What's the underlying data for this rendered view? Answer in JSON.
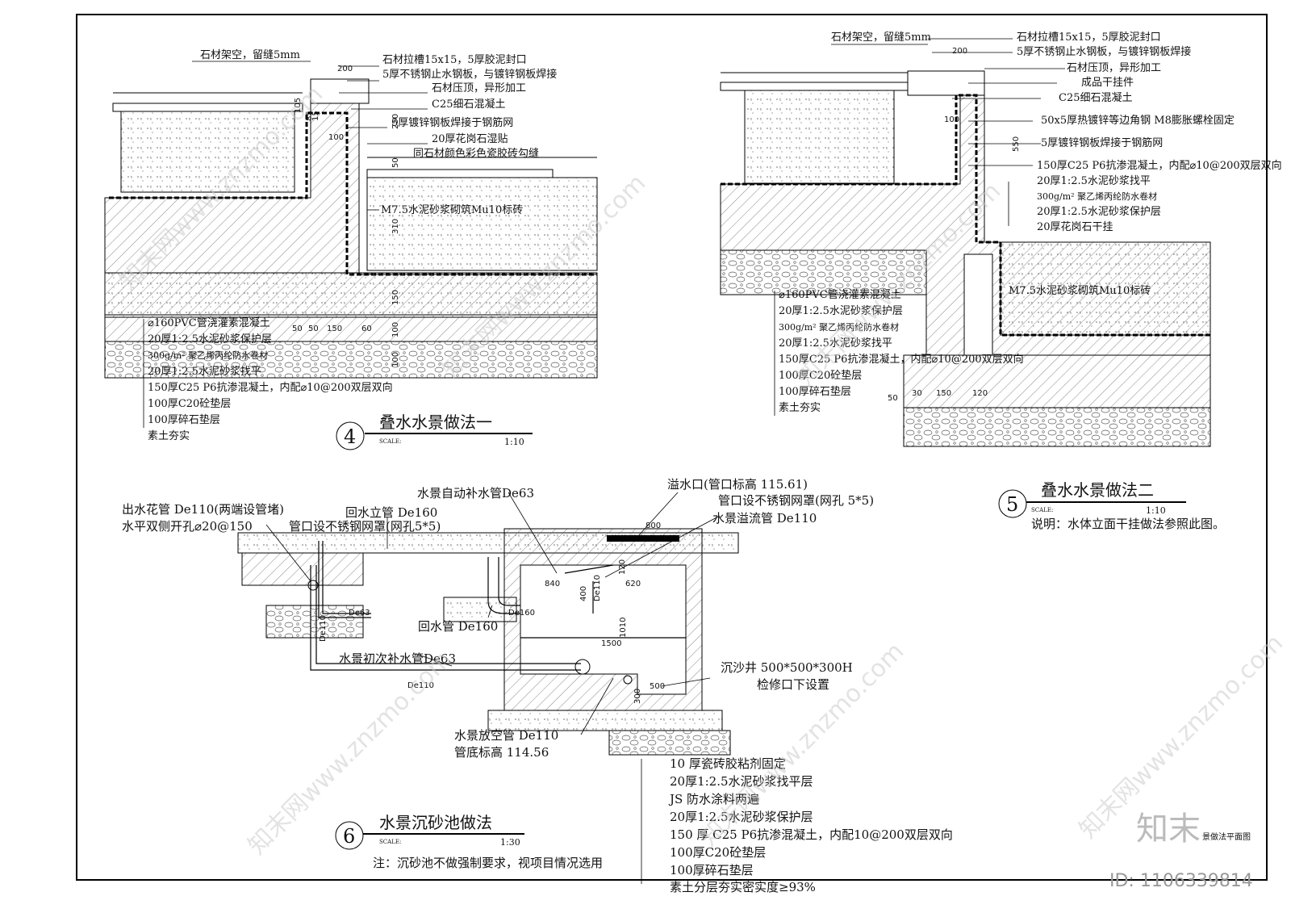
{
  "d4": {
    "labels": [
      "石材架空，留缝5mm",
      "石材拉槽15x15，5厚胶泥封口",
      "5厚不锈钢止水钢板，与镀锌钢板焊接",
      "石材压顶，异形加工",
      "C25细石混凝土",
      "5厚镀锌钢板焊接于钢筋网",
      "20厚花岗石湿贴",
      "同石材颜色彩色瓷胶砖勾缝",
      "M7.5水泥砂浆砌筑Mu10标砖"
    ],
    "layers": [
      "⌀160PVC管浇灌素混凝土",
      "20厚1:2.5水泥砂浆保护层",
      "300g/m² 聚乙烯丙纶防水卷材",
      "20厚1:2.5水泥砂浆找平",
      "150厚C25 P6抗渗混凝土，内配⌀10@200双层双向",
      "100厚C20砼垫层",
      "100厚碎石垫层",
      "素土夯实"
    ],
    "dims": [
      "200",
      "105",
      "85",
      "15",
      "250",
      "100",
      "50",
      "310",
      "150",
      "100",
      "100",
      "50",
      "50",
      "150",
      "60"
    ],
    "num": "4",
    "title": "叠水水景做法一",
    "scale_label": "SCALE:",
    "scale": "1:10"
  },
  "d5": {
    "labels": [
      "石材架空，留缝5mm",
      "石材拉槽15x15，5厚胶泥封口",
      "5厚不锈钢止水钢板，与镀锌钢板焊接",
      "石材压顶，异形加工",
      "成品干挂件",
      "C25细石混凝土",
      "50x5厚热镀锌等边角钢 M8膨胀螺栓固定",
      "5厚镀锌钢板焊接于钢筋网",
      "150厚C25 P6抗渗混凝土，内配⌀10@200双层双向",
      "20厚1:2.5水泥砂浆找平",
      "300g/m² 聚乙烯丙纶防水卷材",
      "20厚1:2.5水泥砂浆保护层",
      "20厚花岗石干挂",
      "M7.5水泥砂浆砌筑Mu10标砖"
    ],
    "layers": [
      "⌀160PVC管浇灌素混凝土",
      "20厚1:2.5水泥砂浆保护层",
      "300g/m² 聚乙烯丙纶防水卷材",
      "20厚1:2.5水泥砂浆找平",
      "150厚C25 P6抗渗混凝土，内配⌀10@200双层双向",
      "100厚C20砼垫层",
      "100厚碎石垫层",
      "素土夯实"
    ],
    "dims": [
      "200",
      "100",
      "550",
      "50",
      "30",
      "150",
      "120"
    ],
    "num": "5",
    "title": "叠水水景做法二",
    "scale_label": "SCALE:",
    "scale": "1:10",
    "note": "说明：水体立面干挂做法参照此图。"
  },
  "d6": {
    "labels": [
      "出水花管 De110(两端设管堵)",
      "水平双侧开孔⌀20@150",
      "回水立管 De160",
      "管口设不锈钢网罩(网孔5*5)",
      "水景自动补水管De63",
      "溢水口(管口标高 115.61)",
      "管口设不锈钢网罩(网孔 5*5)",
      "水景溢流管 De110",
      "回水管 De160",
      "水景初次补水管De63",
      "沉沙井 500*500*300H",
      "检修口下设置",
      "水景放空管 De110",
      "管底标高  114.56"
    ],
    "small": [
      "De63",
      "De110",
      "De160",
      "De110",
      "De110"
    ],
    "dims": [
      "800",
      "840",
      "620",
      "1500",
      "1010",
      "400",
      "120",
      "500",
      "300"
    ],
    "layers": [
      "10 厚瓷砖胶粘剂固定",
      "20厚1:2.5水泥砂浆找平层",
      "JS 防水涂料两遍",
      "20厚1:2.5水泥砂浆保护层",
      "150 厚 C25 P6抗渗混凝土，内配10@200双层双向",
      "100厚C20砼垫层",
      "100厚碎石垫层",
      "素土分层夯实密实度≥93%"
    ],
    "num": "6",
    "title": "水景沉砂池做法",
    "scale_label": "SCALE:",
    "scale": "1:30",
    "note": "注：沉砂池不做强制要求，视项目情况选用"
  },
  "misc": {
    "watermark": "知末网www.znzmo.com",
    "logo": "知末",
    "id_text": "ID: 1106339814",
    "corner_text": "景做法平面图"
  }
}
